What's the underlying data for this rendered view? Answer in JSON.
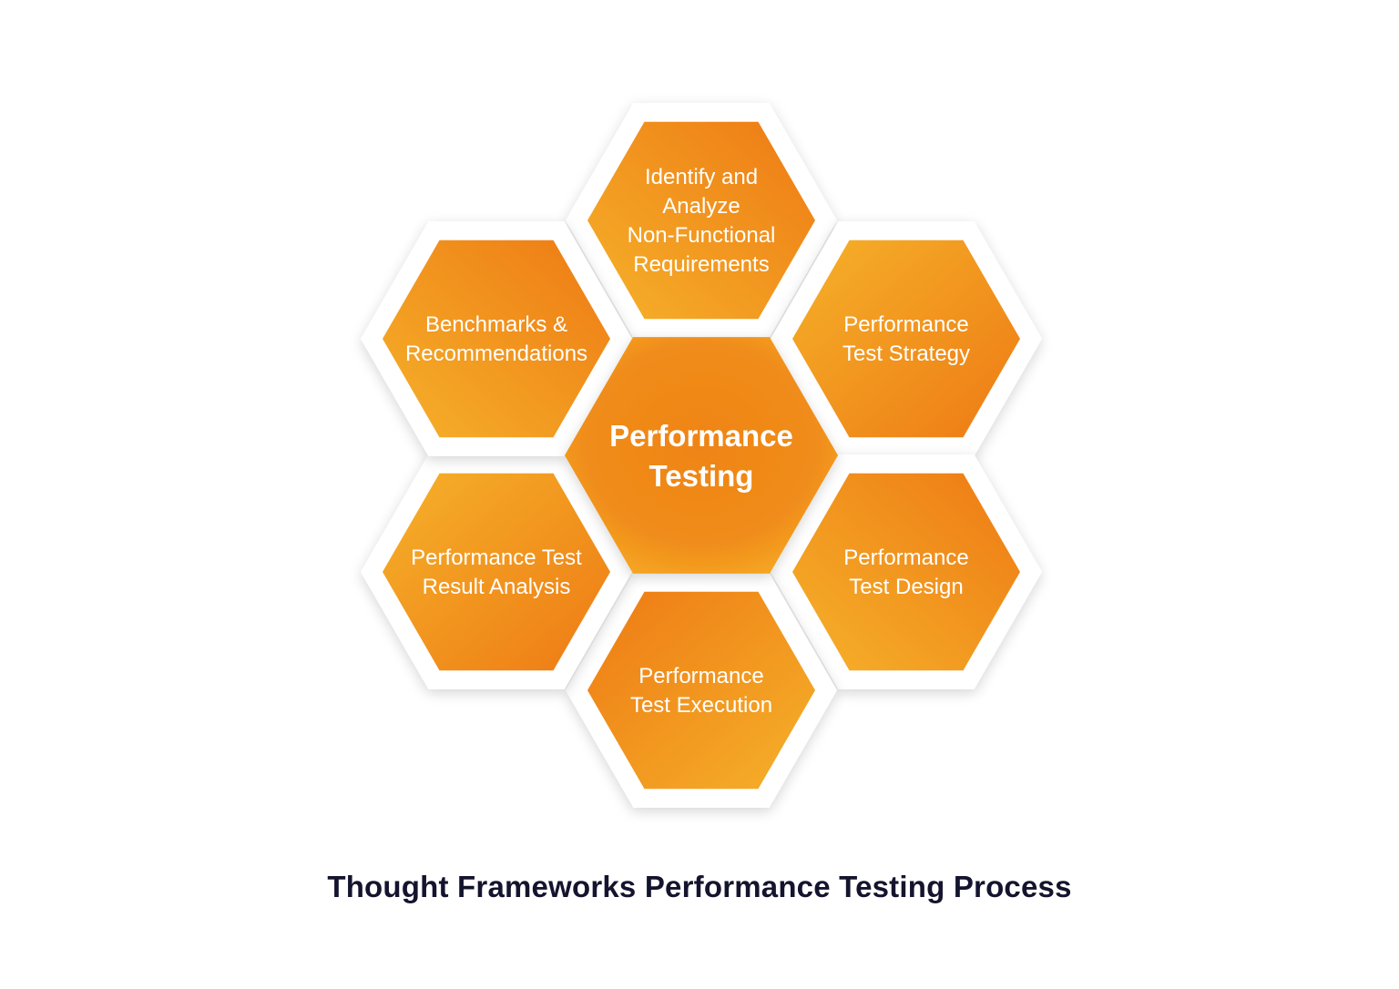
{
  "title": "Thought Frameworks Performance Testing Process",
  "colors": {
    "hex_light": "#F5B12A",
    "hex_dark": "#EE7A14",
    "frame": "#FFFFFF",
    "title_text": "#14142E",
    "label_text": "#FFFFFF"
  },
  "hexagons": [
    {
      "id": "center",
      "lines": [
        "Performance",
        "Testing"
      ],
      "is_center": true
    },
    {
      "id": "top",
      "lines": [
        "Identify and",
        "Analyze",
        "Non-Functional",
        "Requirements"
      ]
    },
    {
      "id": "upper-right",
      "lines": [
        "Performance",
        "Test Strategy"
      ]
    },
    {
      "id": "lower-right",
      "lines": [
        "Performance",
        "Test Design"
      ]
    },
    {
      "id": "bottom",
      "lines": [
        "Performance",
        "Test Execution"
      ]
    },
    {
      "id": "lower-left",
      "lines": [
        "Performance Test",
        "Result Analysis"
      ]
    },
    {
      "id": "upper-left",
      "lines": [
        "Benchmarks &",
        "Recommendations"
      ]
    }
  ]
}
